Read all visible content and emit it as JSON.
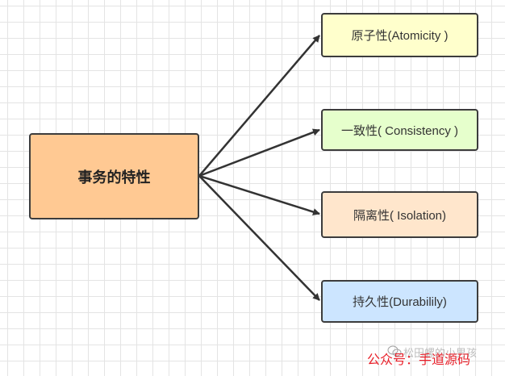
{
  "diagram": {
    "root": {
      "label": "事务的特性",
      "color": "#ffc993"
    },
    "children": [
      {
        "label": "原子性(Atomicity )",
        "color": "#ffffcc"
      },
      {
        "label": "一致性( Consistency )",
        "color": "#e6ffcc"
      },
      {
        "label": "隔离性( Isolation)",
        "color": "#ffe6cc"
      },
      {
        "label": "持久性(Durabilily)",
        "color": "#cce5ff"
      }
    ]
  },
  "watermark": {
    "text": "公众号：手道源码",
    "faint_text": "松田螺的小男孩",
    "icon": "wechat-icon"
  }
}
